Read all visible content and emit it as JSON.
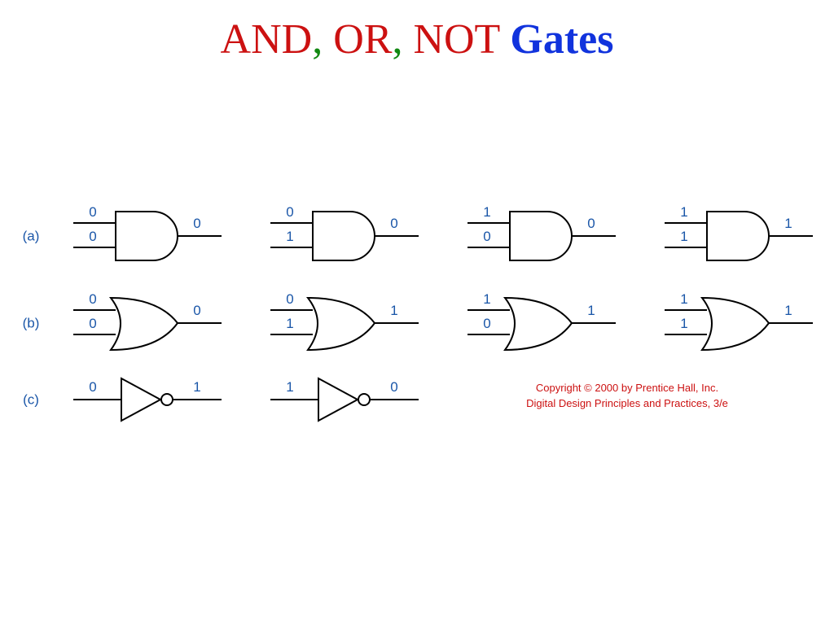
{
  "title": {
    "parts": [
      {
        "text": "AND",
        "color": "#cc1111",
        "bold": false
      },
      {
        "text": ",",
        "color": "#118811",
        "bold": false
      },
      {
        "text": " OR",
        "color": "#cc1111",
        "bold": false
      },
      {
        "text": ",",
        "color": "#118811",
        "bold": false
      },
      {
        "text": " NOT ",
        "color": "#cc1111",
        "bold": false
      },
      {
        "text": "Gates",
        "color": "#1133dd",
        "bold": true
      }
    ]
  },
  "colors": {
    "value": "#1a56a8",
    "wire": "#000000",
    "copyright": "#cc1111"
  },
  "rows": [
    {
      "label": "(a)",
      "type": "and",
      "gates": [
        {
          "inputs": [
            "0",
            "0"
          ],
          "output": "0"
        },
        {
          "inputs": [
            "0",
            "1"
          ],
          "output": "0"
        },
        {
          "inputs": [
            "1",
            "0"
          ],
          "output": "0"
        },
        {
          "inputs": [
            "1",
            "1"
          ],
          "output": "1"
        }
      ]
    },
    {
      "label": "(b)",
      "type": "or",
      "gates": [
        {
          "inputs": [
            "0",
            "0"
          ],
          "output": "0"
        },
        {
          "inputs": [
            "0",
            "1"
          ],
          "output": "1"
        },
        {
          "inputs": [
            "1",
            "0"
          ],
          "output": "1"
        },
        {
          "inputs": [
            "1",
            "1"
          ],
          "output": "1"
        }
      ]
    },
    {
      "label": "(c)",
      "type": "not",
      "gates": [
        {
          "inputs": [
            "0"
          ],
          "output": "1"
        },
        {
          "inputs": [
            "1"
          ],
          "output": "0"
        }
      ]
    }
  ],
  "copyright": {
    "line1": "Copyright © 2000 by Prentice Hall, Inc.",
    "line2": "Digital Design Principles and Practices, 3/e"
  }
}
